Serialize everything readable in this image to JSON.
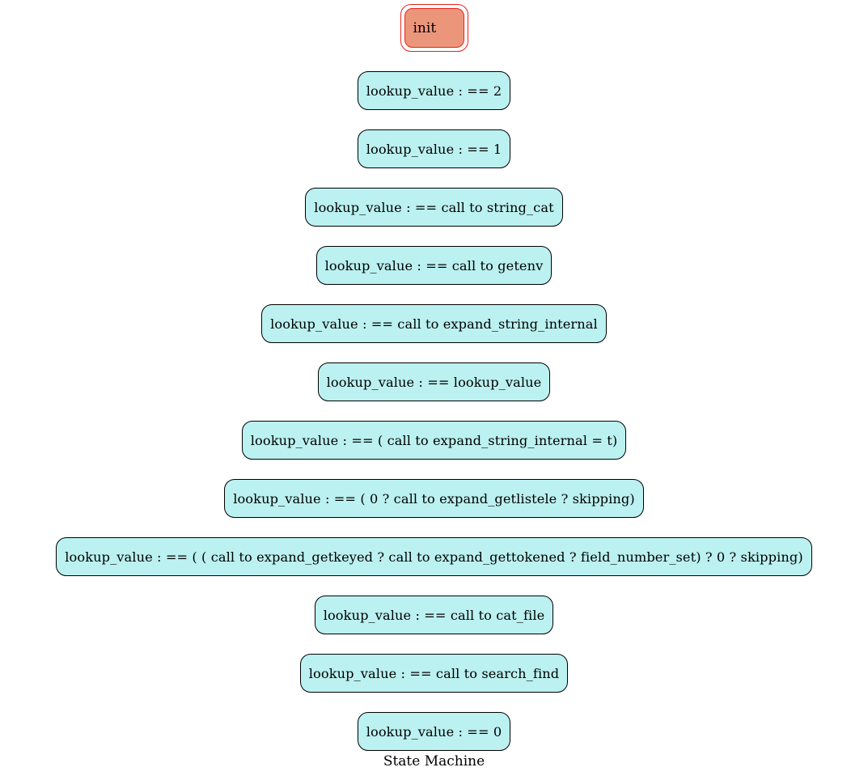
{
  "diagram": {
    "init_label": "init",
    "states": [
      "lookup_value : == 2",
      "lookup_value : == 1",
      "lookup_value : == call to string_cat",
      "lookup_value : == call to getenv",
      "lookup_value : == call to expand_string_internal",
      "lookup_value : == lookup_value",
      "lookup_value : == ( call to expand_string_internal = t)",
      "lookup_value : == ( 0 ? call to expand_getlistele ? skipping)",
      "lookup_value : == ( ( call to expand_getkeyed ? call to expand_gettokened ? field_number_set) ? 0 ? skipping)",
      "lookup_value : == call to cat_file",
      "lookup_value : == call to search_find",
      "lookup_value : == 0"
    ],
    "caption": "State Machine"
  },
  "colors": {
    "init_fill": "#eb967a",
    "init_border": "#e8251c",
    "state_fill": "#bbf1f0",
    "state_border": "#000000"
  }
}
